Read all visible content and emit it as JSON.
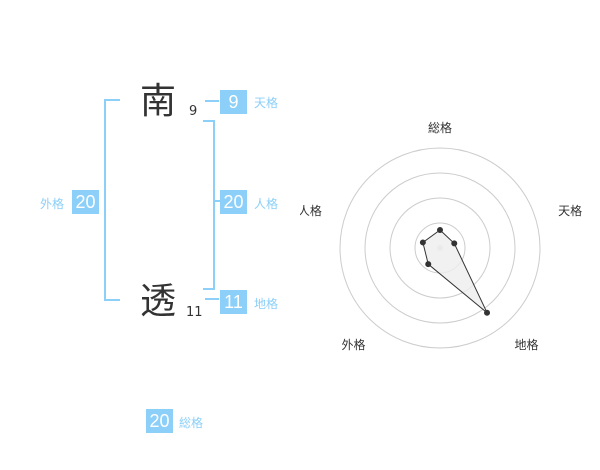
{
  "name_chars": [
    {
      "char": "南",
      "strokes": "9"
    },
    {
      "char": "透",
      "strokes": "11"
    }
  ],
  "kakusu": {
    "tenkaku": {
      "value": "9",
      "label": "天格"
    },
    "jinkaku": {
      "value": "20",
      "label": "人格"
    },
    "chikaku": {
      "value": "11",
      "label": "地格"
    },
    "gaikaku": {
      "value": "20",
      "label": "外格"
    },
    "soukaku": {
      "value": "20",
      "label": "総格"
    }
  },
  "colors": {
    "accent": "#8ccff8",
    "text": "#333333",
    "radar_ring": "#cccccc",
    "radar_fill": "#eeeeee"
  },
  "chart_data": {
    "type": "radar",
    "axes": [
      "総格",
      "天格",
      "地格",
      "外格",
      "人格"
    ],
    "values": [
      0.18,
      0.15,
      0.8,
      0.2,
      0.18
    ],
    "rings": 4
  }
}
